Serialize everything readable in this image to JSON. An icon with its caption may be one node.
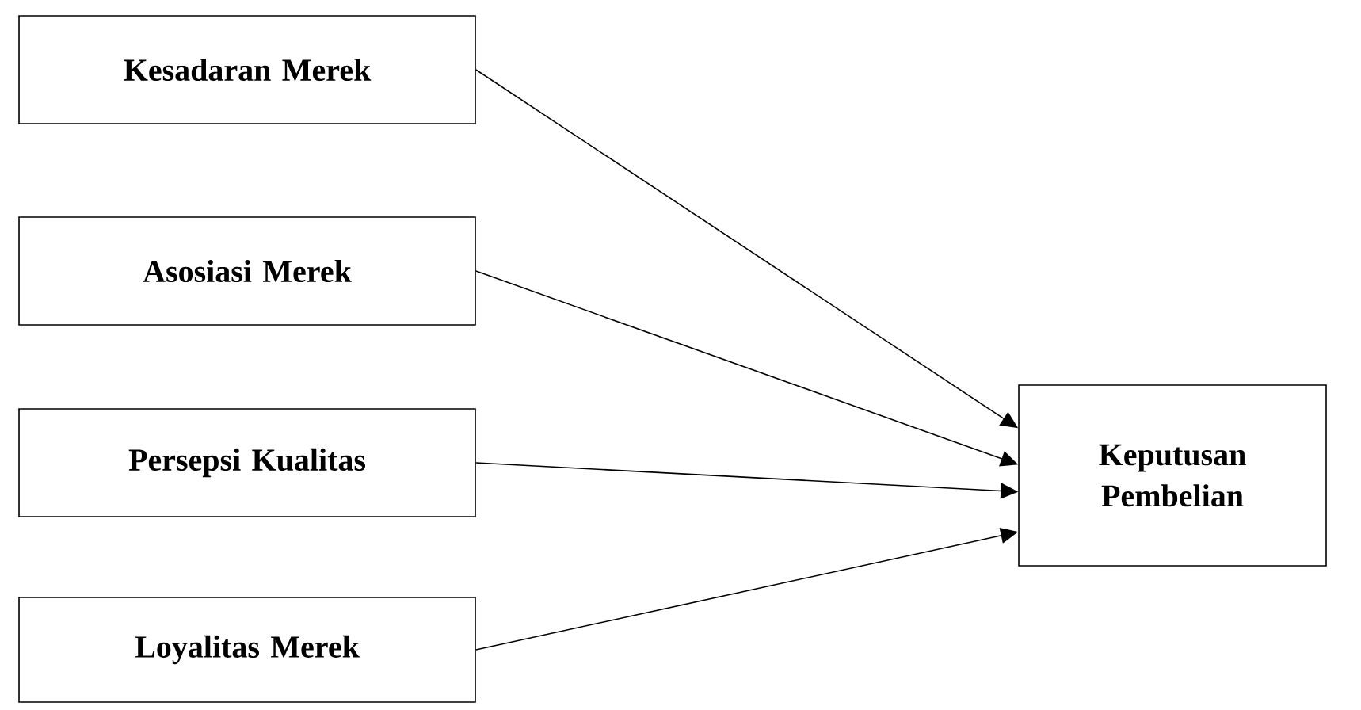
{
  "diagram": {
    "nodes": [
      {
        "text": [
          "Kesadaran Merek"
        ]
      },
      {
        "text": [
          "Asosiasi Merek"
        ]
      },
      {
        "text": [
          "Persepsi Kualitas"
        ]
      },
      {
        "text": [
          "Loyalitas Merek"
        ]
      },
      {
        "text": [
          "Keputusan Pembelian"
        ]
      }
    ],
    "edges": [
      {
        "from": 0,
        "to": 4,
        "arrow": "to"
      },
      {
        "from": 1,
        "to": 4,
        "arrow": "to"
      },
      {
        "from": 2,
        "to": 4,
        "arrow": "to"
      },
      {
        "from": 3,
        "to": 4,
        "arrow": "to"
      }
    ]
  }
}
